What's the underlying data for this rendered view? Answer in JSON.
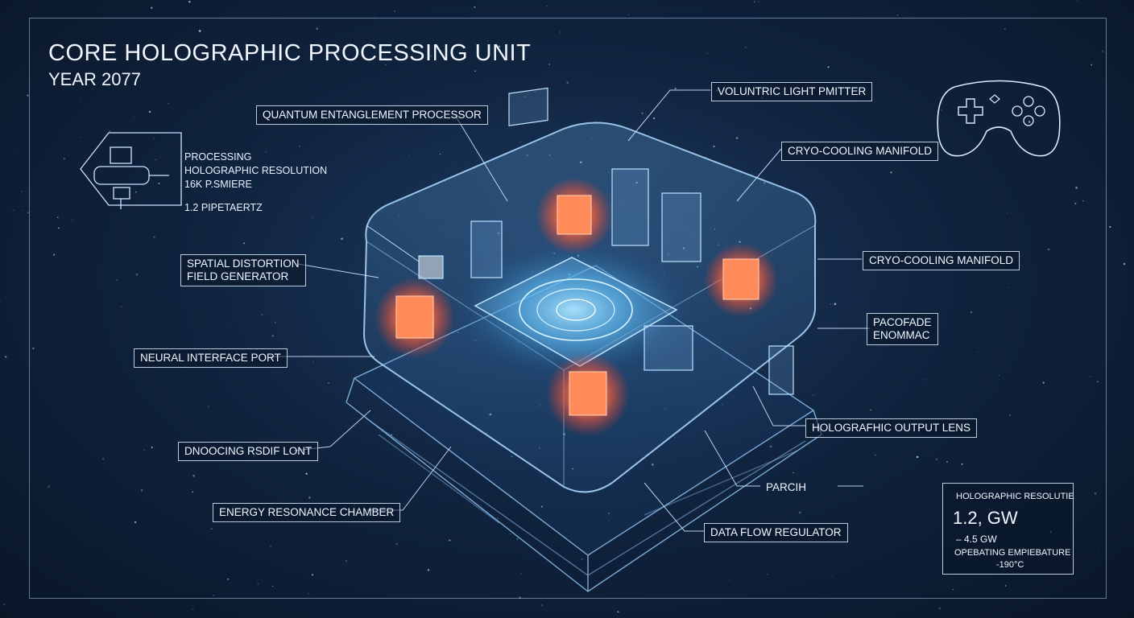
{
  "header": {
    "title": "CORE HOLOGRAPHIC PROCESSING UNIT",
    "subtitle": "YEAR 2077"
  },
  "side_panel": {
    "lines": [
      "PROCESSING",
      "HOLOGRAPHIC RESOLUTION",
      "16K P.SMIERE",
      "1.2 PIPETAERTZ"
    ]
  },
  "callouts": {
    "quantum_processor": "QUANTUM ENTANGLEMENT PROCESSOR",
    "light_emitter": "VOLUNTRIC LIGHT PMITTER",
    "cryo_manifold_top": "CRYO-COOLING MANIFOLD",
    "cryo_manifold_mid": "CRYO-COOLING MANIFOLD",
    "spatial_distortion": [
      "SPATIAL DISTORTION",
      "FIELD GENERATOR"
    ],
    "pacofade": [
      "PACOFADE",
      "ENOMMAC"
    ],
    "neural_port": "NEURAL INTERFACE PORT",
    "output_lens": "HOLOGRAFHIC OUTPUT LENS",
    "docking_port": "DNOOCING RSDIF LONT",
    "parch": "PARCIH",
    "energy_chamber": "ENERGY RESONANCE CHAMBER",
    "data_regulator": "DATA FLOW REGULATOR"
  },
  "stats_box": {
    "heading": "HOLOGRAPHIC RESOLUTIE",
    "value_primary": "1.2,  GW",
    "value_secondary": "– 4.5 GW",
    "temp_label": "OPEBATING EMPIEBATURE",
    "temp_value": "-190°C"
  },
  "colors": {
    "background": "#10243f",
    "line": "#8fc3f2",
    "glow_core": "#ff6a3d",
    "glow_blue": "#6fd3ff"
  },
  "icons": [
    "gamepad-icon",
    "gamepad-badge-icon"
  ]
}
